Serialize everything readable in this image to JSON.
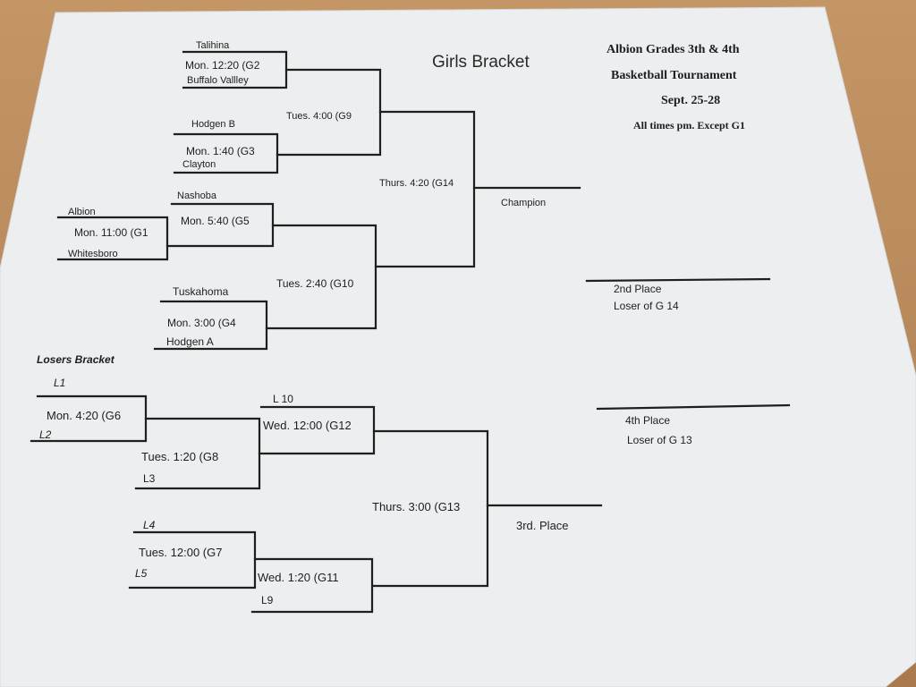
{
  "header": {
    "bracket_title": "Girls Bracket",
    "line1": "Albion Grades 3th & 4th",
    "line2": "Basketball Tournament",
    "dates": "Sept. 25-28",
    "note": "All times pm. Except G1"
  },
  "winners": {
    "team_talihina": "Talihina",
    "game_g2": "Mon. 12:20  (G2",
    "team_buffalo_valley": "Buffalo Vallley",
    "team_hodgen_b": "Hodgen B",
    "game_g3": "Mon. 1:40  (G3",
    "team_clayton": "Clayton",
    "game_g9": "Tues. 4:00  (G9",
    "team_nashoba": "Nashoba",
    "game_g5": "Mon. 5:40  (G5",
    "team_albion": "Albion",
    "game_g1": "Mon. 11:00 (G1",
    "team_whitesboro": "Whitesboro",
    "game_g14": "Thurs. 4:20  (G14",
    "champion": "Champion",
    "team_tuskahoma": "Tuskahoma",
    "game_g10": "Tues. 2:40 (G10",
    "game_g4": "Mon. 3:00 (G4",
    "team_hodgen_a": "Hodgen A"
  },
  "places": {
    "second": "2nd Place",
    "second_note": "Loser of G 14",
    "fourth": "4th Place",
    "fourth_note": "Loser of G 13",
    "third": "3rd. Place"
  },
  "losers": {
    "title": "Losers Bracket",
    "l1": "L1",
    "game_g6": "Mon. 4:20 (G6",
    "l2": "L2",
    "l10": "L 10",
    "game_g12": "Wed. 12:00 (G12",
    "game_g8": "Tues. 1:20   (G8",
    "l3": "L3",
    "game_g13": "Thurs. 3:00  (G13",
    "l4": "L4",
    "game_g7": "Tues. 12:00 (G7",
    "l5": "L5",
    "game_g11": "Wed. 1:20 (G11",
    "l9": "L9"
  }
}
